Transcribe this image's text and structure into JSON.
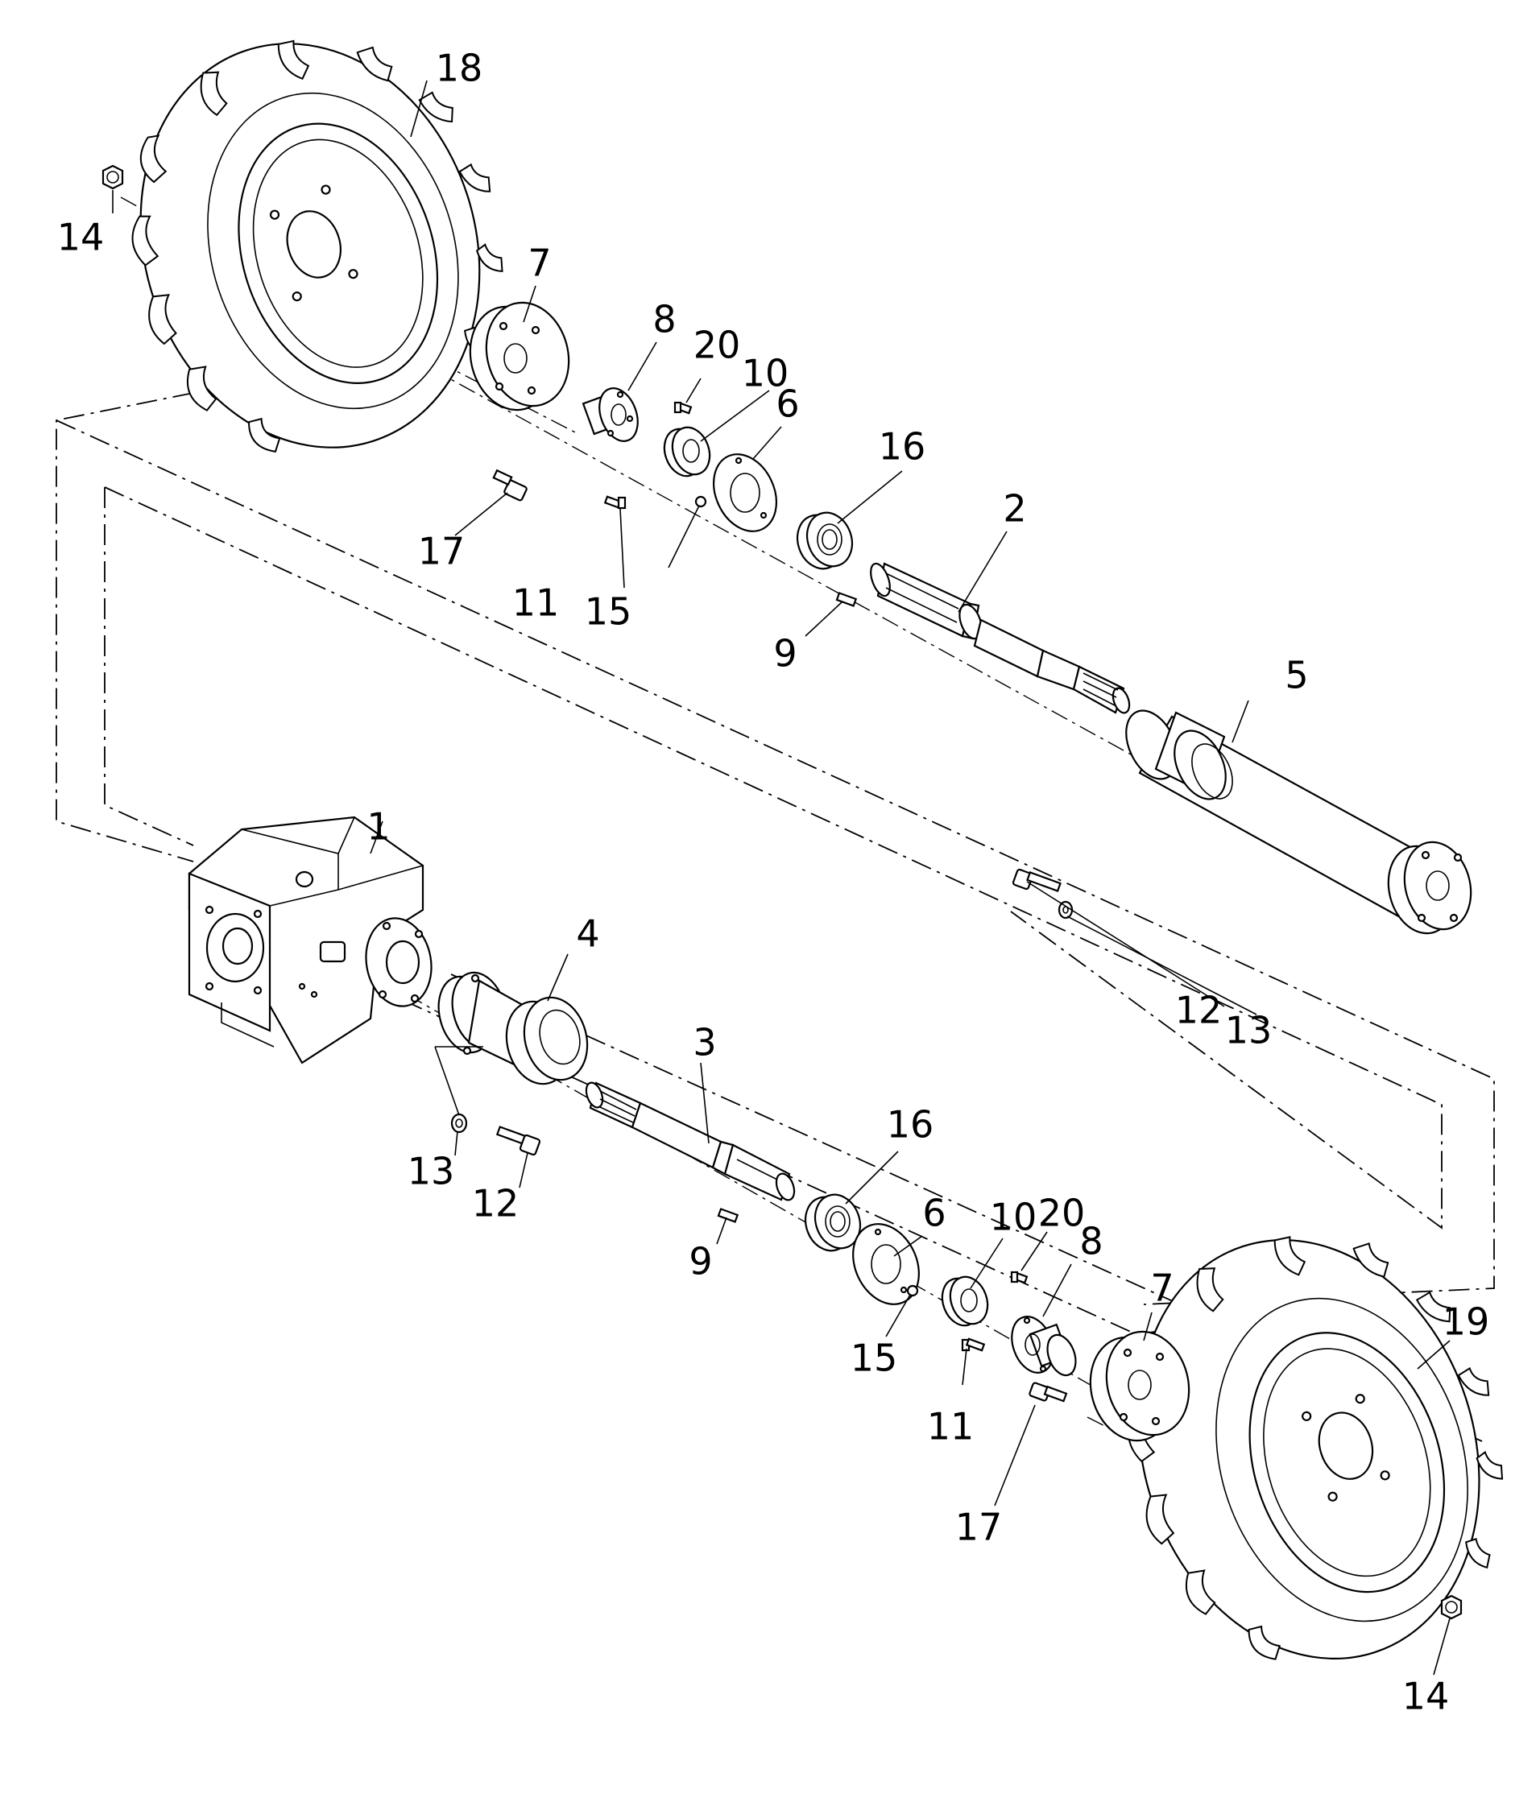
{
  "callouts": {
    "c1": "1",
    "c2": "2",
    "c3": "3",
    "c4": "4",
    "c5": "5",
    "c6a": "6",
    "c6b": "6",
    "c7a": "7",
    "c7b": "7",
    "c8a": "8",
    "c8b": "8",
    "c9a": "9",
    "c9b": "9",
    "c10a": "10",
    "c10b": "10",
    "c11a": "11",
    "c11b": "11",
    "c12a": "12",
    "c12b": "12",
    "c13a": "13",
    "c13b": "13",
    "c14a": "14",
    "c14b": "14",
    "c15a": "15",
    "c15b": "15",
    "c16a": "16",
    "c16b": "16",
    "c17a": "17",
    "c17b": "17",
    "c18": "18",
    "c19": "19",
    "c20a": "20",
    "c20b": "20"
  }
}
